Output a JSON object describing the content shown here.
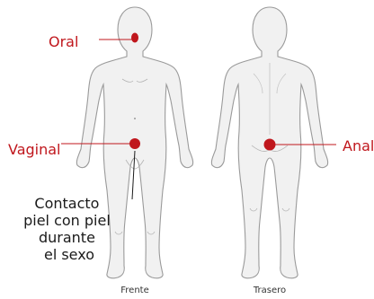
{
  "labels": {
    "oral": "Oral",
    "vaginal": "Vaginal",
    "anal": "Anal",
    "contact_lines": [
      "Contacto",
      "piel con piel",
      "durante",
      "el sexo"
    ]
  },
  "captions": {
    "front": "Frente",
    "back": "Trasero"
  },
  "colors": {
    "marker": "#c0171d",
    "label": "#c0171d",
    "body_fill": "#f1f1f1",
    "body_outline": "#9a9a9a"
  }
}
